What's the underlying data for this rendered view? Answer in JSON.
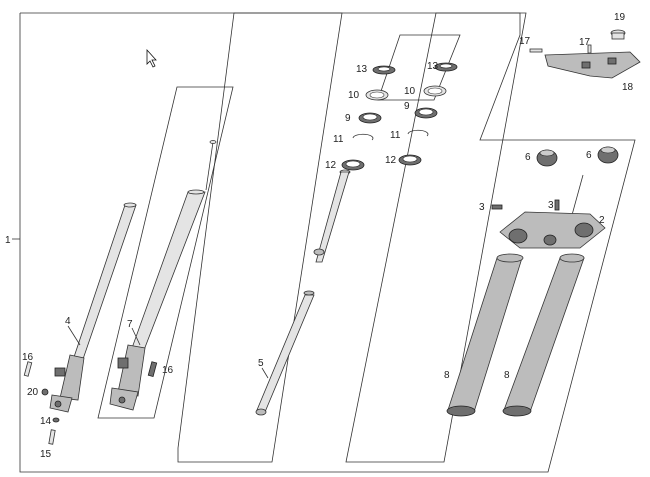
{
  "callouts": {
    "c1": "1",
    "c2": "2",
    "c3": "3",
    "c4": "4",
    "c5": "5",
    "c6a": "6",
    "c6b": "6",
    "c7": "7",
    "c8a": "8",
    "c8b": "8",
    "c9a": "9",
    "c9b": "9",
    "c10a": "10",
    "c10b": "10",
    "c11a": "11",
    "c11b": "11",
    "c12a": "12",
    "c12b": "12",
    "c13a": "13",
    "c13b": "13",
    "c14": "14",
    "c15": "15",
    "c16a": "16",
    "c16b": "16",
    "c17a": "17",
    "c17b": "17",
    "c18": "18",
    "c19": "19",
    "c20": "20"
  },
  "colors": {
    "line": "#333333",
    "part": "#bcbcbc",
    "part_dark": "#6f6f6f",
    "background": "#ffffff"
  },
  "icons": [
    "cursor-arrow-icon"
  ]
}
